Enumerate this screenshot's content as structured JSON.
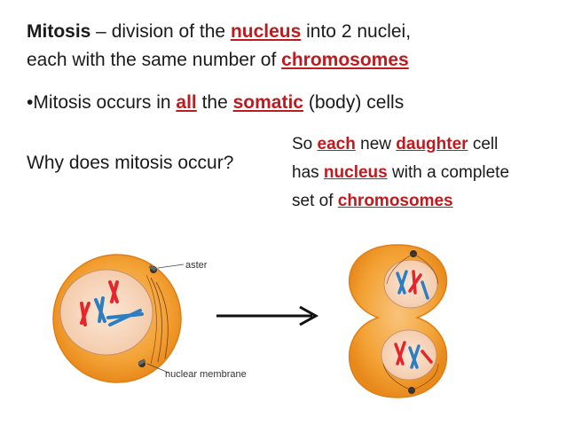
{
  "title_line": {
    "term": "Mitosis",
    "text1": " – division of the ",
    "nucleus": "nucleus",
    "text2": " into 2 nuclei,"
  },
  "line2": {
    "text1": "each with the same number of ",
    "chromosomes": "chromosomes"
  },
  "line3": {
    "text1": "•Mitosis occurs in ",
    "all": "all",
    "text2": " the ",
    "somatic": "somatic",
    "text3": " (body) cells"
  },
  "question": "Why does mitosis occur?",
  "answer": {
    "l1_a": "So ",
    "each": "each",
    "l1_b": " new ",
    "daughter": "daughter",
    "l1_c": " cell",
    "l2_a": "has ",
    "nucleus": "nucleus",
    "l2_b": " with a complete",
    "l3_a": "set of ",
    "chromosomes": "chromosomes"
  },
  "diagram": {
    "label_aster": "aster",
    "label_membrane": "nuclear membrane",
    "colors": {
      "cell": "#f3a235",
      "nucleus": "#f8d8c0",
      "red": "#e3252c",
      "blue": "#2b7ec2"
    }
  }
}
